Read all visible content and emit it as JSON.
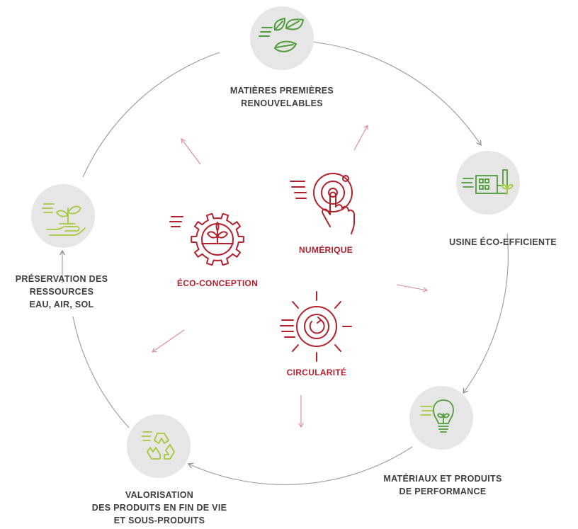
{
  "colors": {
    "green": "#4f9c3a",
    "lime": "#a6c93a",
    "red": "#b3202c",
    "circle_bg": "#e6e6e6",
    "ring": "#9a9a9a",
    "text": "#3d3d3d"
  },
  "cycle_stages": [
    {
      "icon": "leaves-icon",
      "lines": [
        "MATIÈRES PREMIÈRES",
        "RENOUVELABLES"
      ]
    },
    {
      "icon": "factory-icon",
      "lines": [
        "USINE ÉCO-EFFICIENTE"
      ]
    },
    {
      "icon": "lightbulb-icon",
      "lines": [
        "MATÉRIAUX ET PRODUITS",
        "DE PERFORMANCE"
      ]
    },
    {
      "icon": "recycle-icon",
      "lines": [
        "VALORISATION",
        "DES PRODUITS EN FIN DE VIE",
        "ET SOUS-PRODUITS"
      ]
    },
    {
      "icon": "hand-plant-icon",
      "lines": [
        "PRÉSERVATION DES",
        "RESSOURCES",
        "EAU, AIR, SOL"
      ]
    }
  ],
  "levers": [
    {
      "icon": "gear-plant-icon",
      "label": "ÉCO-CONCEPTION"
    },
    {
      "icon": "touch-target-icon",
      "label": "NUMÉRIQUE"
    },
    {
      "icon": "circular-sun-icon",
      "label": "CIRCULARITÉ"
    }
  ]
}
